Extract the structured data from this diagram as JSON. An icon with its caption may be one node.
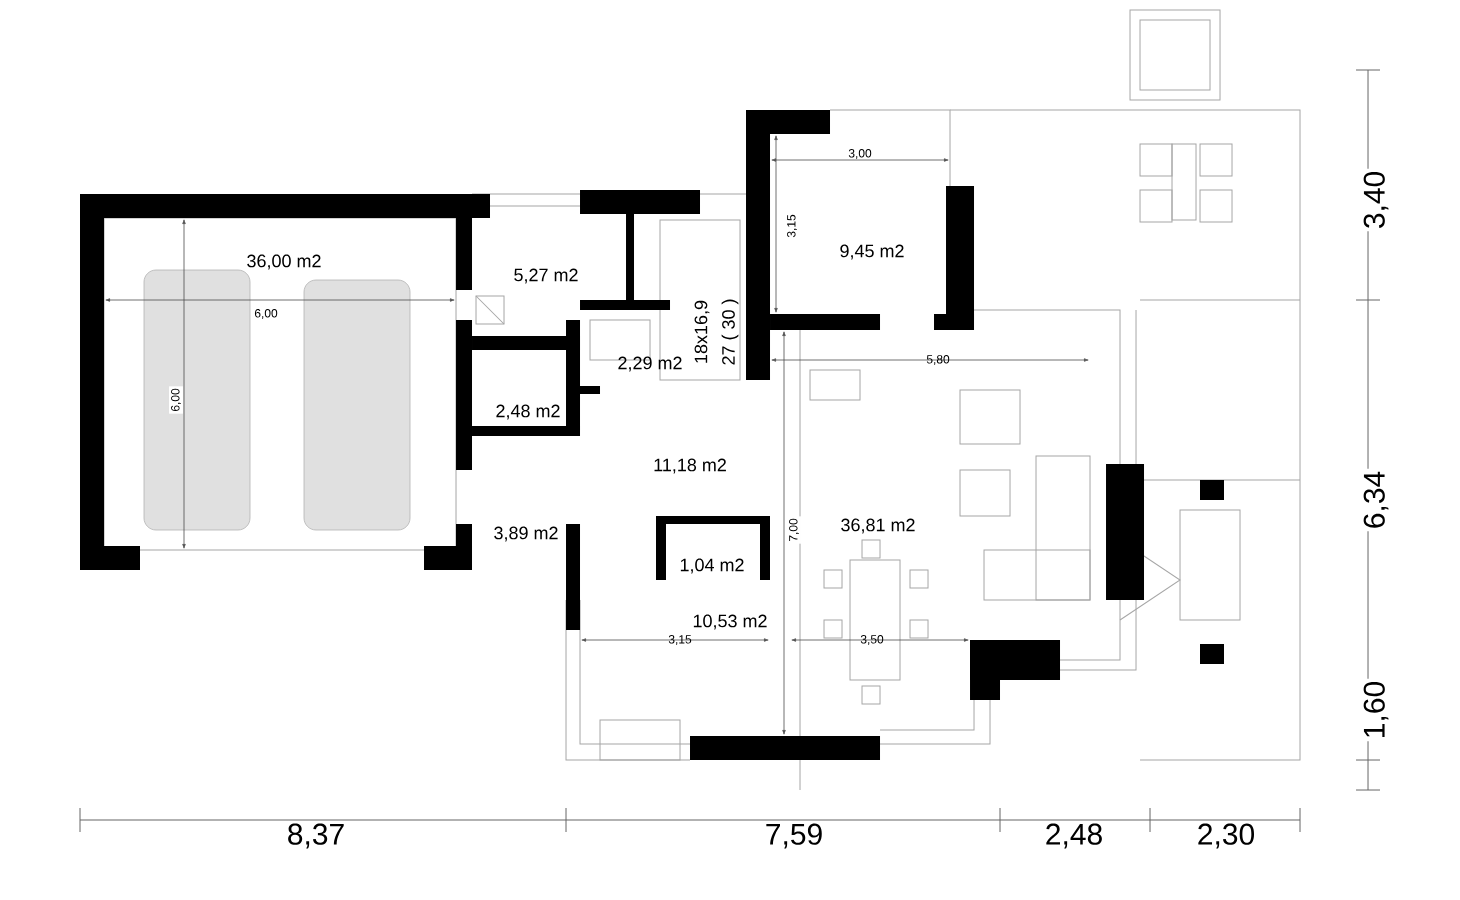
{
  "diagram": {
    "labels": [
      "3,00",
      "3,40",
      "3,15",
      "36,00 m2",
      "5,27 m2",
      "9,45 m2",
      "6,00",
      "18x16,9",
      "27 ( 30 )",
      "2,29 m2",
      "5,80",
      "6,00",
      "2,48 m2",
      "11,18 m2",
      "6,34",
      "36,81 m2",
      "3,89 m2",
      "7,00",
      "1,04 m2",
      "10,53 m2",
      "3,15",
      "3,50",
      "1,60",
      "8,37",
      "7,59",
      "2,48",
      "2,30"
    ]
  }
}
